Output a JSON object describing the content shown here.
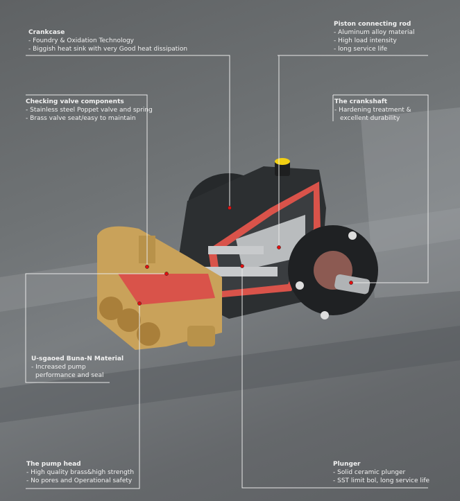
{
  "callouts": {
    "crankcase": {
      "title": "Crankcase",
      "lines": [
        "- Foundry & Oxidation Technology",
        "- Biggish heat sink with very Good heat dissipation"
      ]
    },
    "checking_valve": {
      "title": "Checking valve components",
      "lines": [
        "- Stainless steel Poppet valve and spring",
        "- Brass valve seat/easy to maintain"
      ]
    },
    "piston_rod": {
      "title": "Piston connecting rod",
      "lines": [
        "- Aluminum alloy material",
        "- High load intensity",
        "- long service life"
      ]
    },
    "crankshaft": {
      "title": "The crankshaft",
      "lines": [
        "- Hardening treatment &",
        "excellent durability"
      ]
    },
    "seal": {
      "title": "U-sgaoed Buna-N Material",
      "lines": [
        "- Increased pump",
        "performance and seal"
      ]
    },
    "pump_head": {
      "title": "The pump head",
      "lines": [
        "- High quality brass&high strength",
        "- No pores and Operational safety"
      ]
    },
    "plunger": {
      "title": "Plunger",
      "lines": [
        "- Solid ceramic plunger",
        "- SST limit bol,  long service life"
      ]
    }
  },
  "colors": {
    "leader": "#e8e8e8",
    "dot": "#e01010",
    "cutaway": "#d9534a",
    "brass": "#c9a25a",
    "housing": "#2c2f31"
  }
}
